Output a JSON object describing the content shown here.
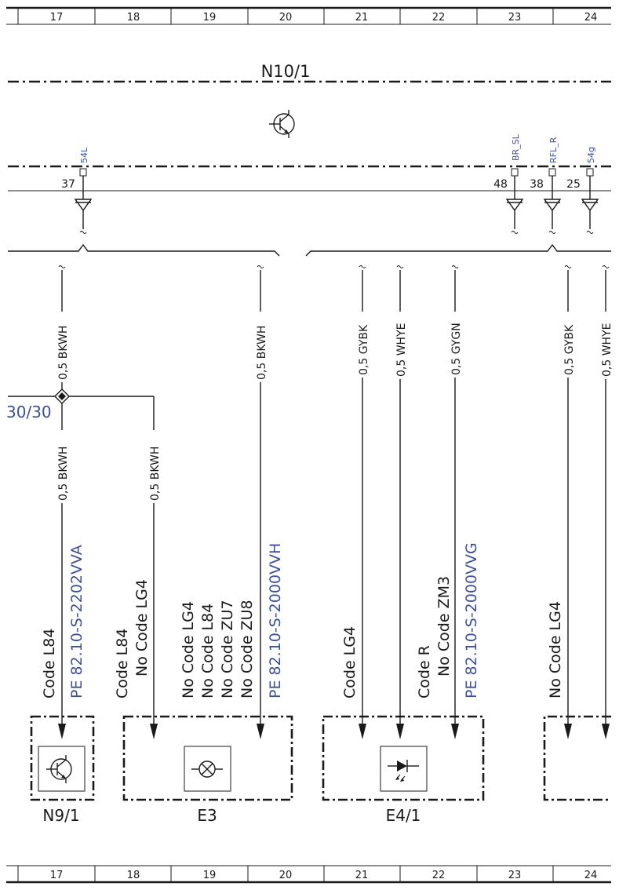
{
  "grid": {
    "columns": [
      "17",
      "18",
      "19",
      "20",
      "21",
      "22",
      "23",
      "24"
    ]
  },
  "module": {
    "name": "N10/1"
  },
  "pins": [
    {
      "name": "54L",
      "number": "37"
    },
    {
      "name": "BR_SL",
      "number": "48"
    },
    {
      "name": "RFL_R",
      "number": "38"
    },
    {
      "name": "54g",
      "number": "25"
    }
  ],
  "wires": {
    "w1": "0,5 BKWH",
    "w2": "0,5 BKWH",
    "w3": "0,5 GYBK",
    "w4": "0,5 WHYE",
    "w5": "0,5 GYGN",
    "w6": "0,5 GYBK",
    "w7": "0,5 WHYE",
    "w8": "0,5 BKWH",
    "w9": "0,5 BKWH"
  },
  "splice": {
    "ref": "30/30"
  },
  "codes": {
    "c1": "Code L84",
    "c2a": "Code L84",
    "c2b": "No Code LG4",
    "c3a": "No Code LG4",
    "c3b": "No Code L84",
    "c3c": "No Code ZU7",
    "c3d": "No Code ZU8",
    "c4": "Code LG4",
    "c5a": "Code R",
    "c5b": "No Code ZM3",
    "c6": "No Code LG4"
  },
  "refs": {
    "r1": "PE 82.10-S-2202VVA",
    "r2": "PE 82.10-S-2000VVH",
    "r3": "PE 82.10-S-2000VVG"
  },
  "components": {
    "n9": "N9/1",
    "e3": "E3",
    "e4": "E4/1"
  },
  "symbols": {
    "transistor": "transistor-icon",
    "lamp": "lamp-icon",
    "led": "led-icon"
  },
  "colors": {
    "ink": "#1a1a1a",
    "reference": "#3d4f9c"
  }
}
